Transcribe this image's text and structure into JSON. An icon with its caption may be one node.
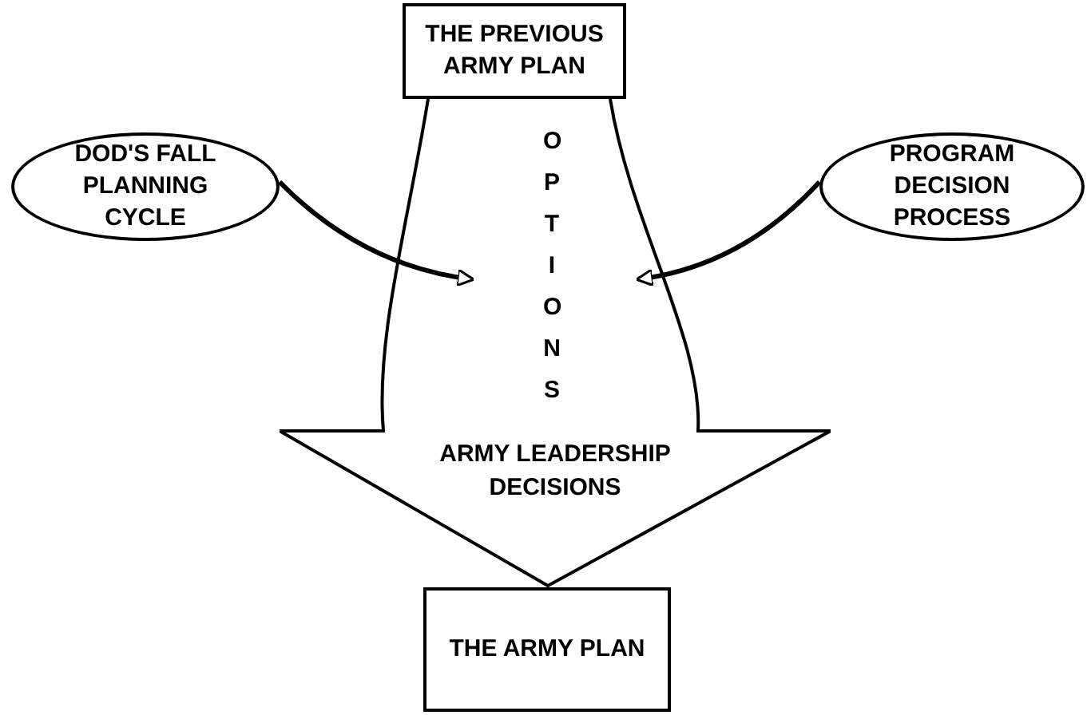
{
  "diagram": {
    "nodes": [
      {
        "text": [
          "THE PREVIOUS ARMY PLAN"
        ]
      },
      {
        "text": [
          "DOD'S FALL PLANNING CYCLE"
        ]
      },
      {
        "text": [
          "PROGRAM DECISION PROCESS"
        ]
      },
      {
        "text": [
          "OPTIONS",
          "ARMY LEADERSHIP DECISIONS"
        ]
      },
      {
        "text": [
          "THE ARMY PLAN"
        ]
      }
    ],
    "edges": [
      {
        "from": 1,
        "to": 3,
        "arrow": "to"
      },
      {
        "from": 2,
        "to": 3,
        "arrow": "to"
      }
    ]
  }
}
